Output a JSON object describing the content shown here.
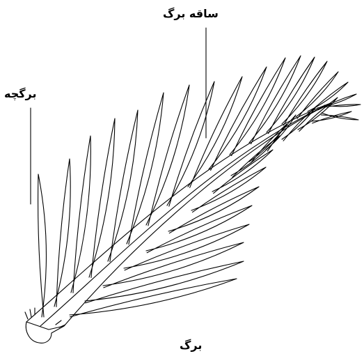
{
  "labels": {
    "rachis": "ساقه برگ",
    "leaflet": "برگچه",
    "leaf": "برگ"
  },
  "colors": {
    "ink": "#000000",
    "background": "#ffffff"
  }
}
